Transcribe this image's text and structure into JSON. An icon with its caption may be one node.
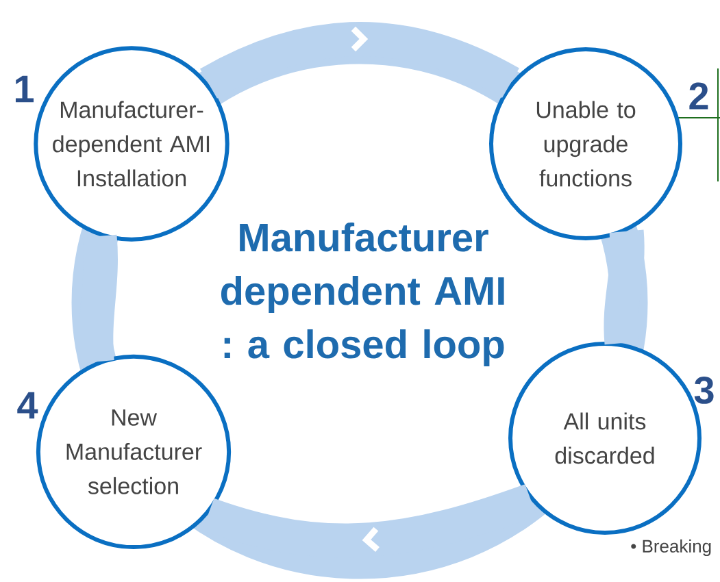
{
  "diagram": {
    "title": "Manufacturer dependent AMI : a closed loop",
    "nodes": [
      {
        "text": [
          "Manufacturer-dependent AMI Installation"
        ],
        "beside": [
          "1"
        ]
      },
      {
        "text": [
          "Unable to upgrade functions"
        ],
        "beside": [
          "2"
        ]
      },
      {
        "text": [
          "All units discarded"
        ],
        "beside": [
          "3"
        ]
      },
      {
        "text": [
          "New Manufacturer selection"
        ],
        "beside": [
          "4"
        ]
      }
    ],
    "edges": [
      {
        "from": 0,
        "to": 1,
        "arrow": "to"
      },
      {
        "from": 1,
        "to": 2,
        "arrow": "none"
      },
      {
        "from": 2,
        "to": 3,
        "arrow": "to"
      },
      {
        "from": 3,
        "to": 0,
        "arrow": "none"
      }
    ],
    "labels": [
      "• Breaking"
    ]
  }
}
